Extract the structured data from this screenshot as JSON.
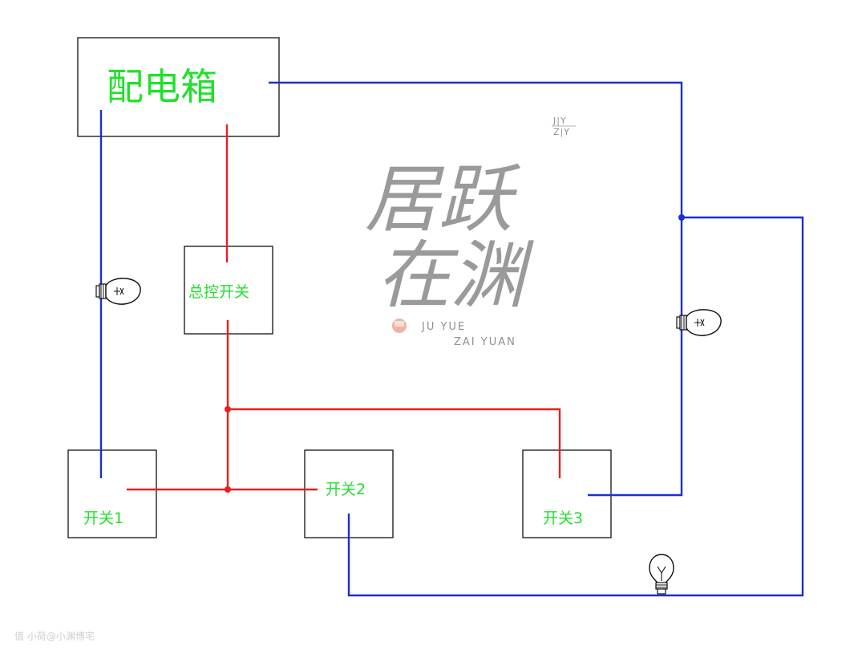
{
  "distribution_box": {
    "label": "配电箱"
  },
  "master_switch": {
    "label": "总控开关"
  },
  "switches": [
    {
      "label": "开关1"
    },
    {
      "label": "开关2"
    },
    {
      "label": "开关3"
    }
  ],
  "watermark": {
    "logo_chars_line1": "居跃",
    "logo_chars_line2": "在渊",
    "brand_line1": "JU YUE",
    "brand_line2": "ZAI YUAN",
    "monogram_top": "J|Y",
    "monogram_bottom": "Z|Y",
    "credit": "值 小荷@小渊博宅"
  },
  "colors": {
    "live_wire": "#e62020",
    "neutral_wire": "#1a2fd6",
    "label_text": "#22e02c"
  }
}
